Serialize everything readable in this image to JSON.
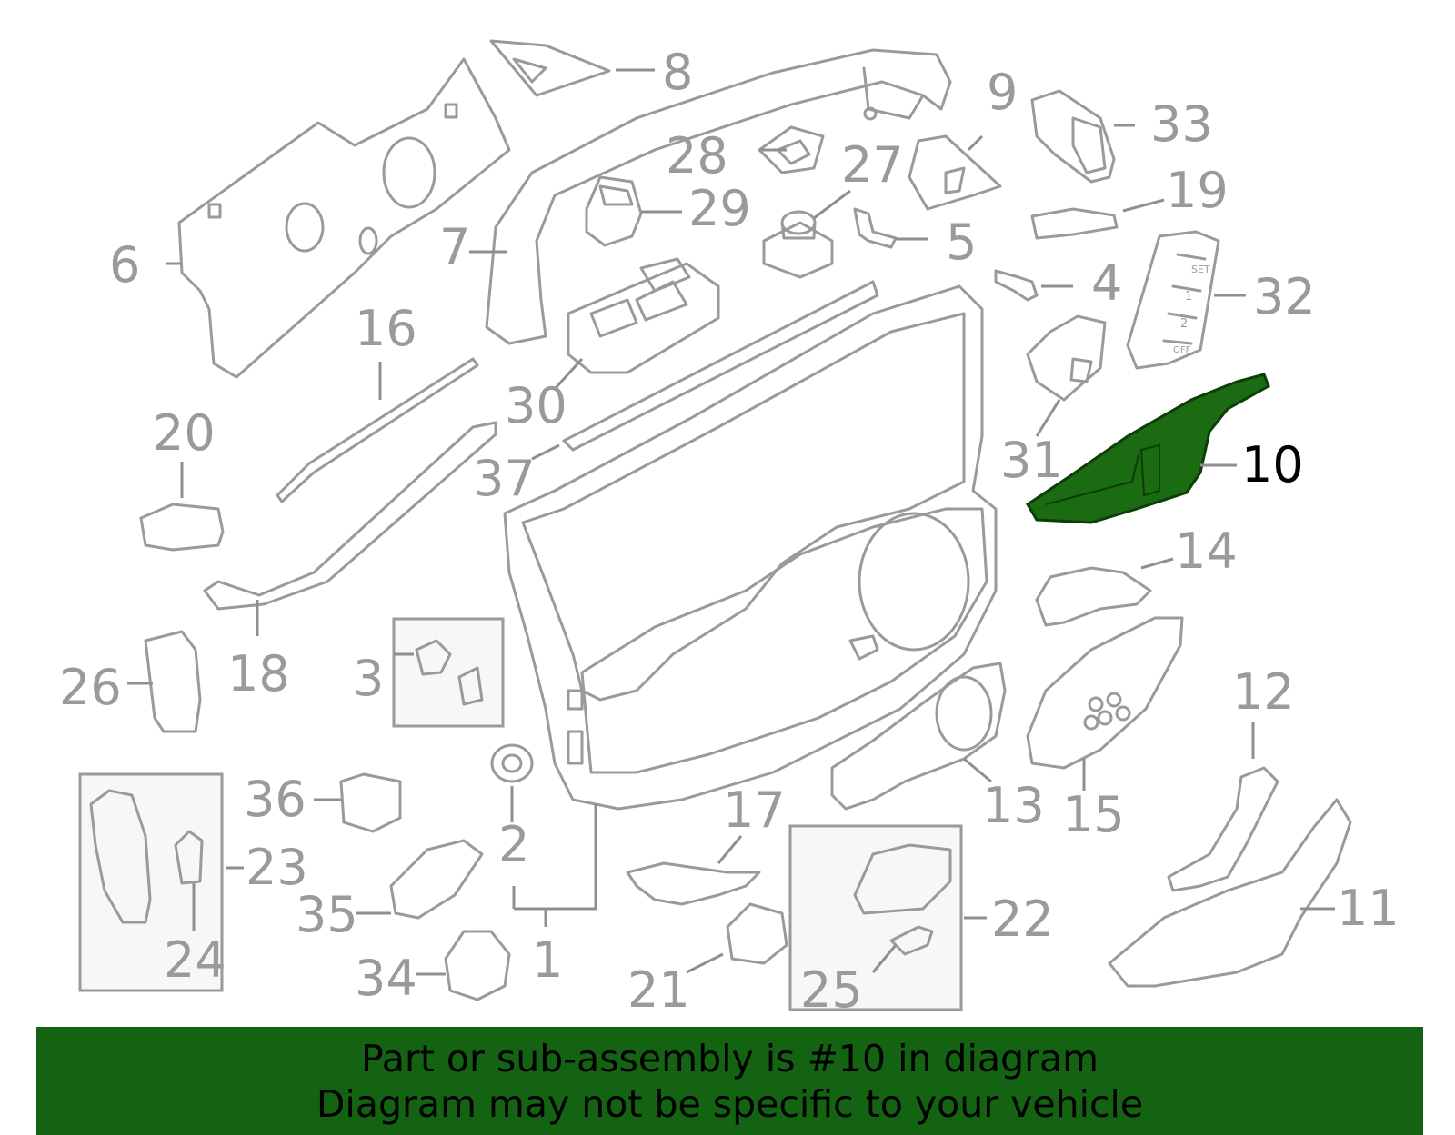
{
  "diagram": {
    "highlight_color": "#1a6b12",
    "banner_color": "#136312",
    "highlighted_part": "10",
    "callouts": [
      "1",
      "2",
      "3",
      "4",
      "5",
      "6",
      "7",
      "8",
      "9",
      "10",
      "11",
      "12",
      "13",
      "14",
      "15",
      "16",
      "17",
      "18",
      "19",
      "20",
      "21",
      "22",
      "23",
      "24",
      "25",
      "26",
      "27",
      "28",
      "29",
      "30",
      "31",
      "32",
      "33",
      "34",
      "35",
      "36",
      "37"
    ],
    "switch_text": {
      "set": "SET",
      "one": "1",
      "two": "2",
      "off": "OFF"
    }
  },
  "banner": {
    "line1": "Part or sub-assembly is #10 in diagram",
    "line2": "Diagram may not be specific to your vehicle"
  }
}
